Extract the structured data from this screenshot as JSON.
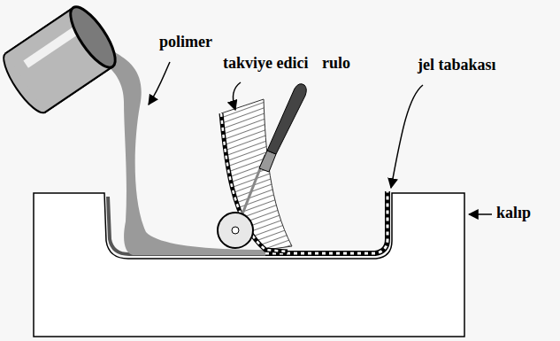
{
  "diagram": {
    "labels": [
      "polimer",
      "takviye edici",
      "rulo",
      "jel tabakası",
      "kalıp"
    ]
  }
}
